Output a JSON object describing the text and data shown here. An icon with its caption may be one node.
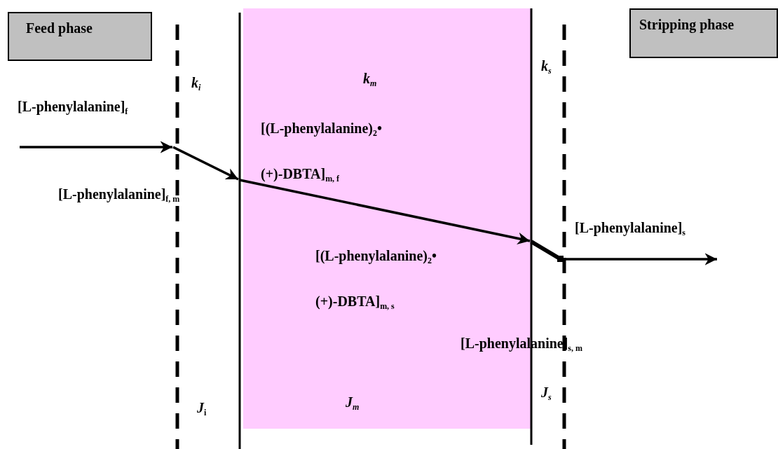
{
  "diagram": {
    "nodes": [
      {
        "text": [
          "Feed phase"
        ]
      },
      {
        "text": [
          "Stripping phase"
        ]
      },
      {
        "text": [
          "*k*$_{m}$",
          "[(L-phenylalanine)$_{2}$• (+)-DBTA]$_{m, f}$",
          "[(L-phenylalanine)$_{2}$• (+)-DBTA]$_{m, s}$",
          "*J*$_{m}$"
        ]
      }
    ],
    "edges": [],
    "labels": [
      "*k*$_{i}$",
      "*k*$_{s}$",
      "[L-phenylalanine]$_{f}$",
      "[L-phenylalanine]$_{f, m}$",
      "[L-phenylalanine]$_{s}$",
      "[L-phenylalanine]$_{s, m}$",
      "*J*$_{i}$",
      "*J*$_{s}$"
    ]
  }
}
